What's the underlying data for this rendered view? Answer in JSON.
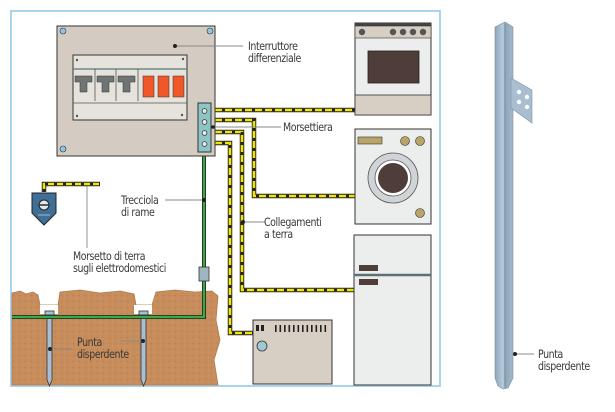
{
  "labels": {
    "differential_switch": [
      "Interruttore",
      "differenziale"
    ],
    "terminal_block": "Morsettiera",
    "copper_braid": [
      "Trecciola",
      "di rame"
    ],
    "ground_connections": [
      "Collegamenti",
      "a terra"
    ],
    "appliance_ground_clamp": [
      "Morsetto di terra",
      "sugli elettrodomestici"
    ],
    "ground_rod_main": [
      "Punta",
      "disperdente"
    ],
    "ground_rod_side": [
      "Punta",
      "disperdente"
    ]
  },
  "colors": {
    "frame": "#a8d4ee",
    "panel": "#d4ccc2",
    "breaker_gray": "#6f7572",
    "breaker_red": "#f0582a",
    "terminal_block": "#8fc4c4",
    "wire_yellow": "#f2e600",
    "wire_green": "#3aa844",
    "soil": "#c88d5c",
    "appliance_white": "#eceeee",
    "appliance_beige": "#d8cfc4",
    "dark_brown": "#4e3d39",
    "knob_gold": "#b8a466",
    "rod_steel": "#a9bfd1"
  },
  "components": {
    "breakers": [
      "gray",
      "gray",
      "gray",
      "red",
      "red",
      "red"
    ],
    "terminal_screws": 4,
    "appliances": [
      "oven",
      "washing-machine",
      "refrigerator",
      "heater"
    ],
    "ground_rods": 2
  }
}
